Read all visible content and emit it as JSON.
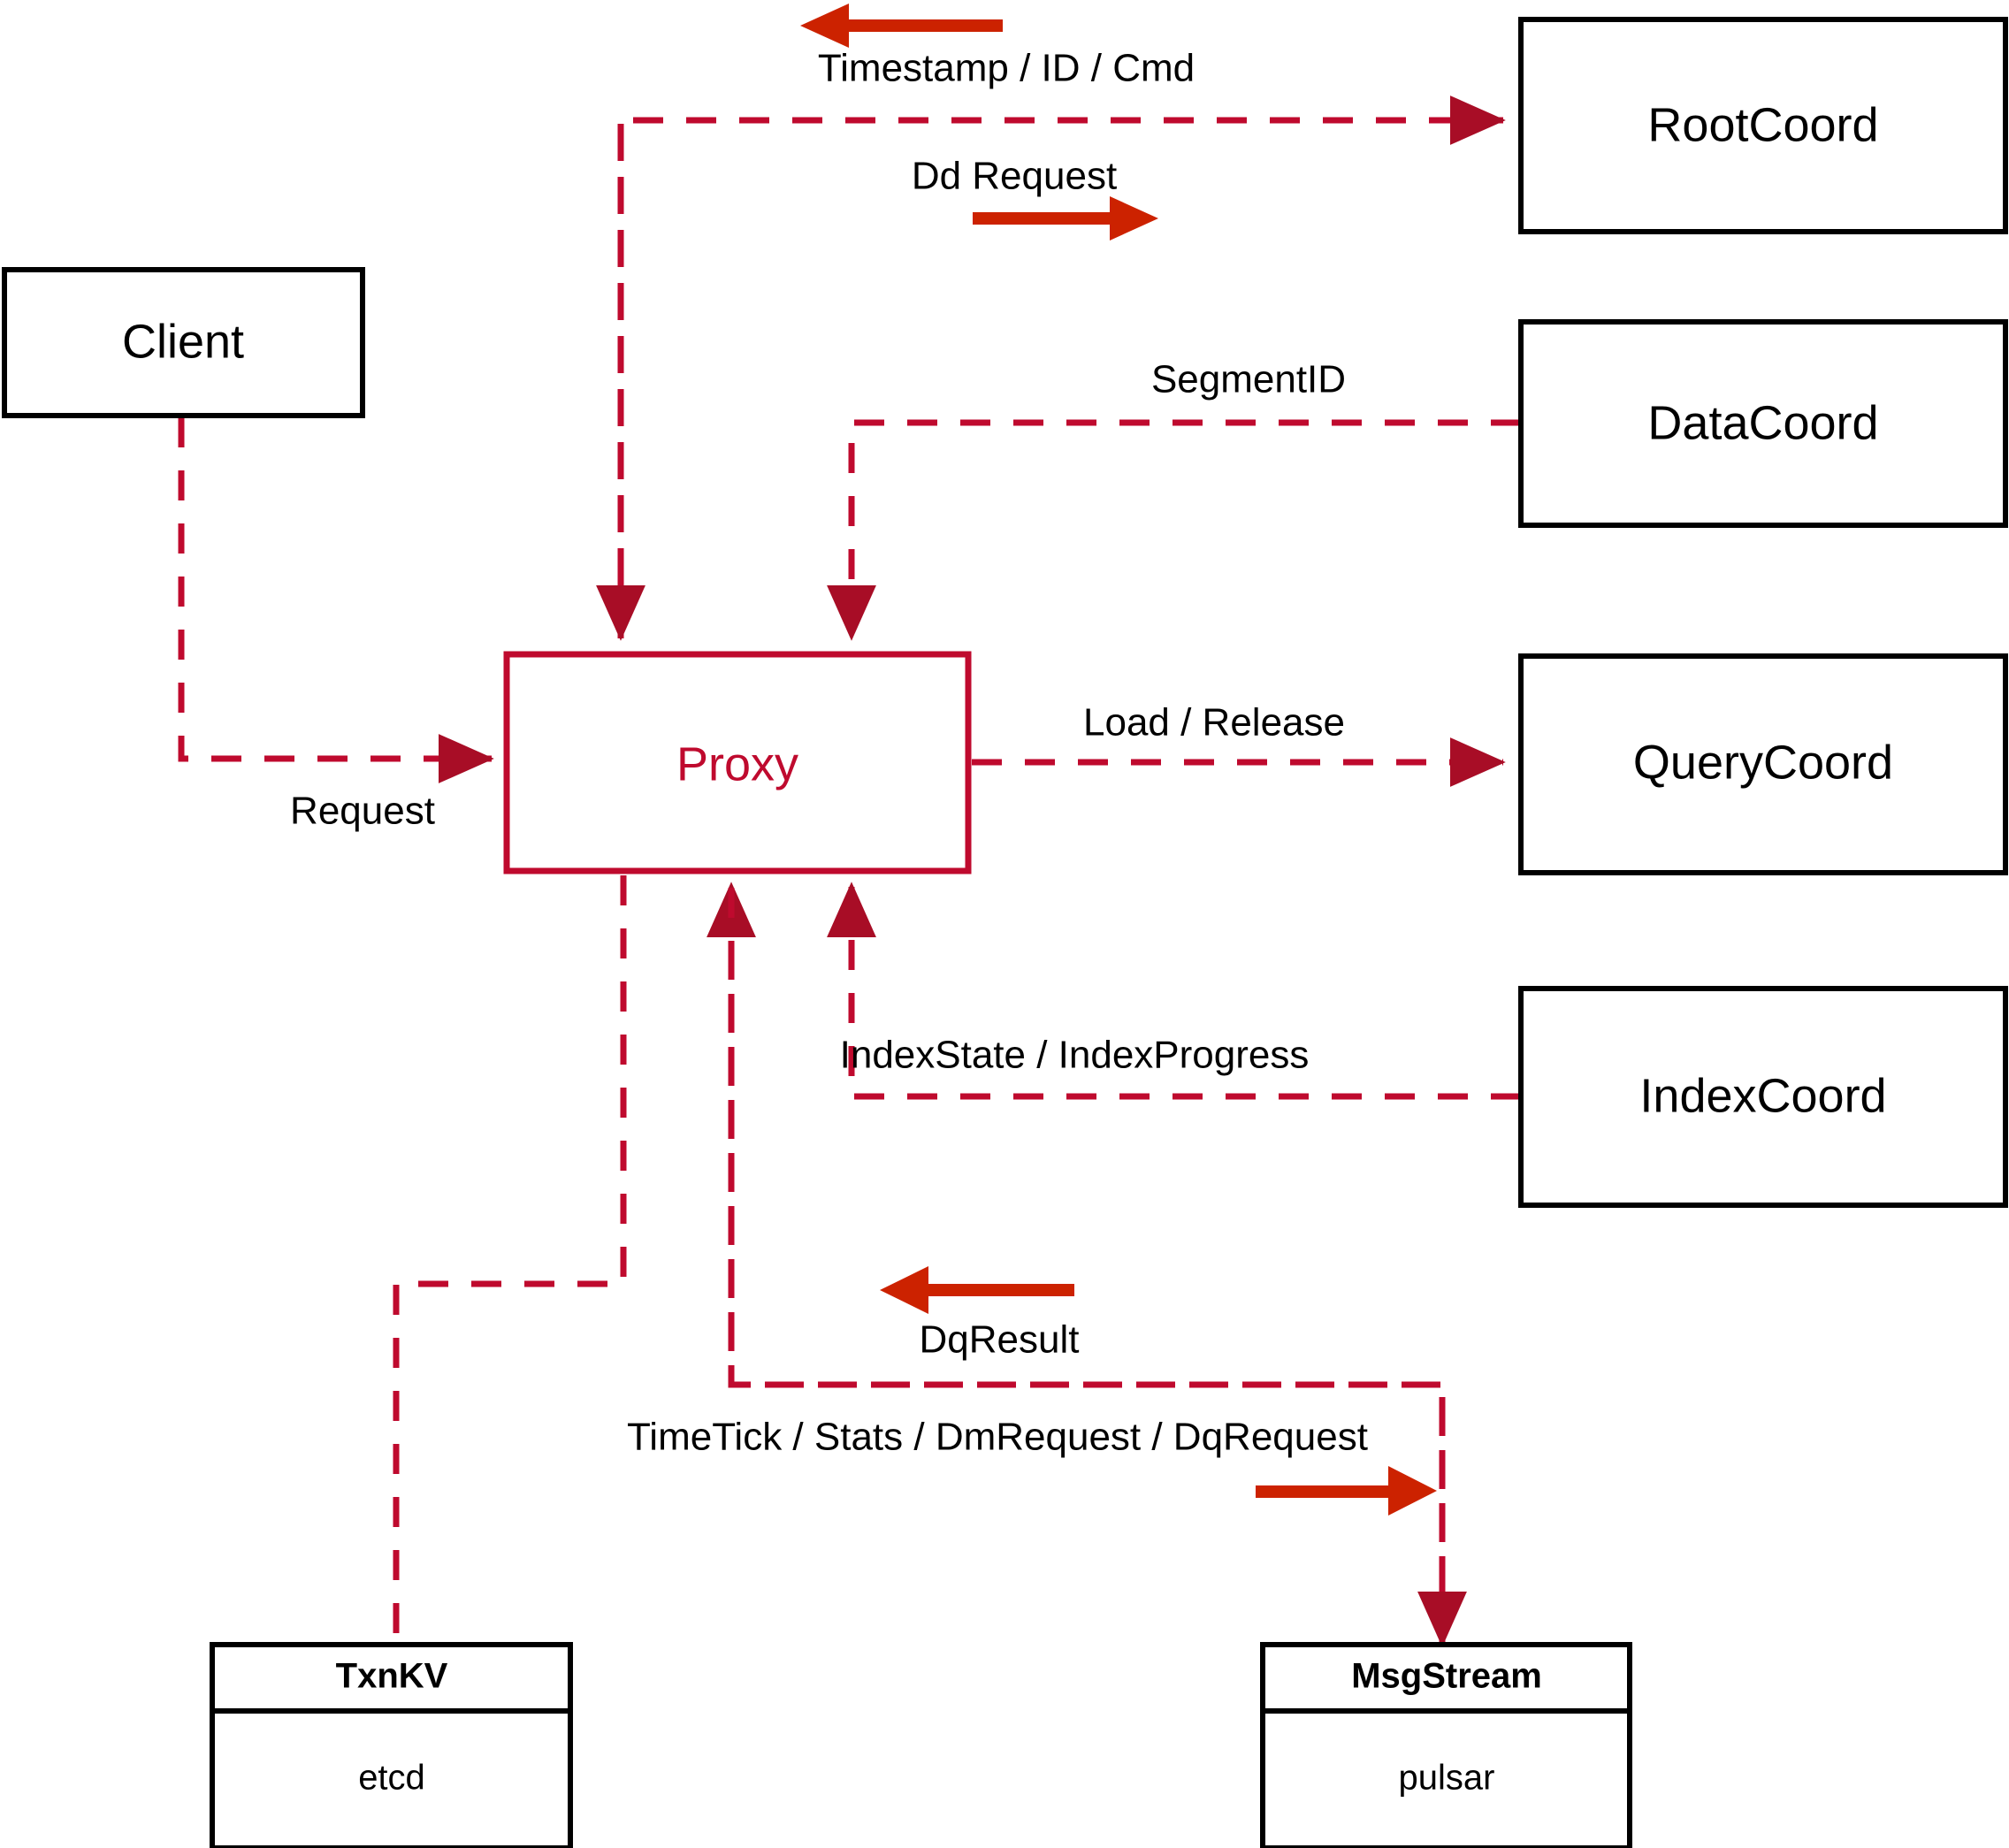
{
  "diagram": {
    "title": "Milvus Proxy interaction diagram",
    "colors": {
      "accent_red": "#bf0a2e",
      "arrow_red": "#cc2200",
      "node_border": "#000000",
      "background": "#ffffff"
    },
    "nodes": [
      {
        "id": "client",
        "label": "Client"
      },
      {
        "id": "proxy",
        "label": "Proxy"
      },
      {
        "id": "rootcoord",
        "label": "RootCoord"
      },
      {
        "id": "datacoord",
        "label": "DataCoord"
      },
      {
        "id": "querycoord",
        "label": "QueryCoord"
      },
      {
        "id": "indexcoord",
        "label": "IndexCoord"
      }
    ],
    "component_nodes": [
      {
        "id": "txnkv",
        "header": "TxnKV",
        "body": "etcd"
      },
      {
        "id": "msgstream",
        "header": "MsgStream",
        "body": "pulsar"
      }
    ],
    "edge_labels": {
      "timestamp_id_cmd": "Timestamp / ID / Cmd",
      "dd_request": "Dd Request",
      "segment_id": "SegmentID",
      "load_release": "Load / Release",
      "index_state_progress": "IndexState / IndexProgress",
      "request": "Request",
      "dq_result": "DqResult",
      "timetick_stats": "TimeTick / Stats / DmRequest / DqRequest"
    }
  }
}
